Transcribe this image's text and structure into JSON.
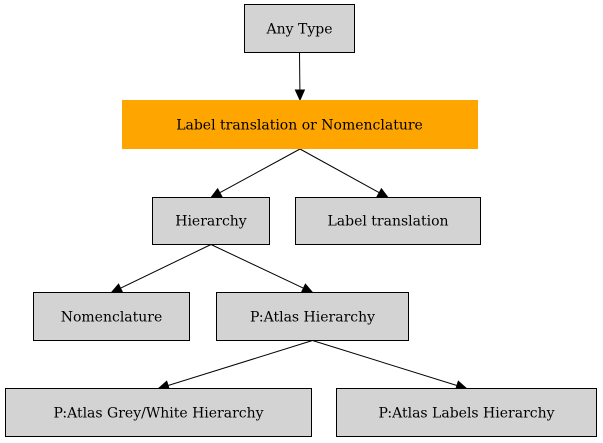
{
  "nodes": {
    "any_type": {
      "label": "Any Type",
      "fill": "#d3d3d3"
    },
    "label_or_nomenclature": {
      "label": "Label translation or Nomenclature",
      "fill": "#ffa500"
    },
    "hierarchy": {
      "label": "Hierarchy",
      "fill": "#d3d3d3"
    },
    "label_translation": {
      "label": "Label translation",
      "fill": "#d3d3d3"
    },
    "nomenclature": {
      "label": "Nomenclature",
      "fill": "#d3d3d3"
    },
    "patlas_hierarchy": {
      "label": "P:Atlas Hierarchy",
      "fill": "#d3d3d3"
    },
    "patlas_grey_white": {
      "label": "P:Atlas Grey/White Hierarchy",
      "fill": "#d3d3d3"
    },
    "patlas_labels": {
      "label": "P:Atlas Labels Hierarchy",
      "fill": "#d3d3d3"
    }
  },
  "edges": [
    {
      "from": "any_type",
      "to": "label_or_nomenclature"
    },
    {
      "from": "label_or_nomenclature",
      "to": "hierarchy"
    },
    {
      "from": "label_or_nomenclature",
      "to": "label_translation"
    },
    {
      "from": "hierarchy",
      "to": "nomenclature"
    },
    {
      "from": "hierarchy",
      "to": "patlas_hierarchy"
    },
    {
      "from": "patlas_hierarchy",
      "to": "patlas_grey_white"
    },
    {
      "from": "patlas_hierarchy",
      "to": "patlas_labels"
    }
  ]
}
